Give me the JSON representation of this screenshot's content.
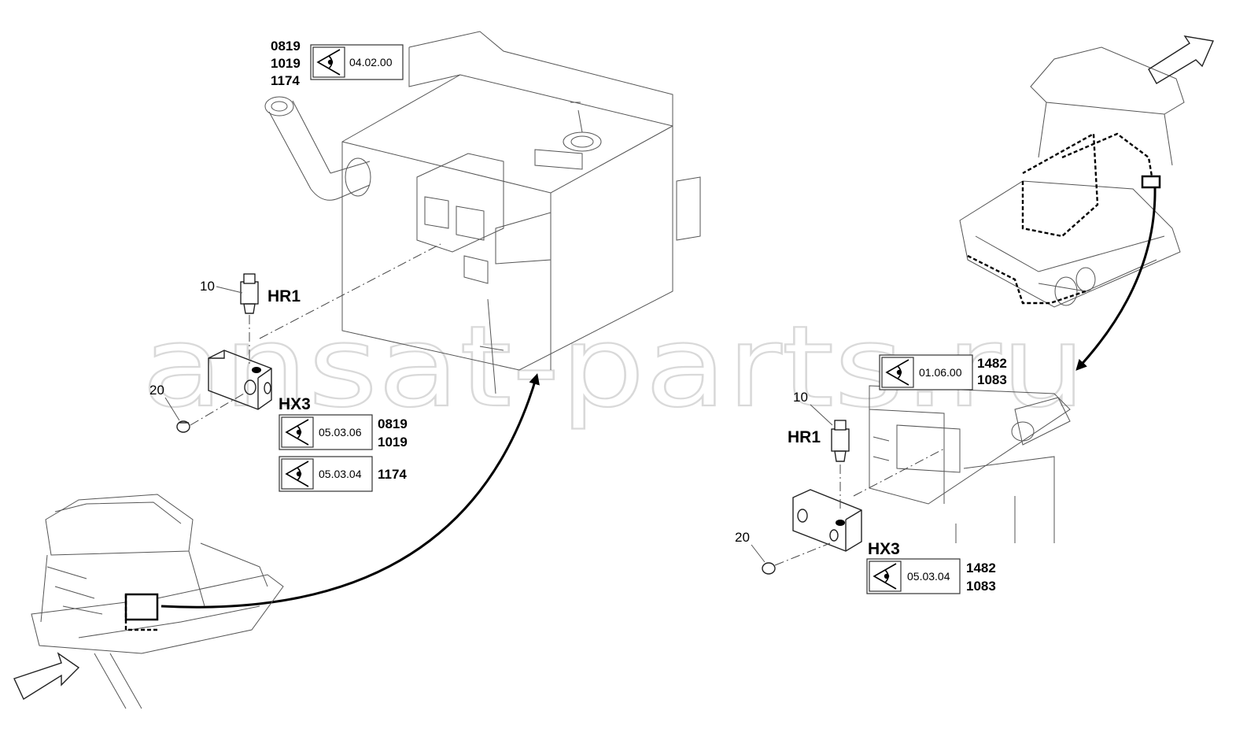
{
  "watermark": "ansat-parts.ru",
  "callouts": {
    "hr1_left": "HR1",
    "hx3_left": "HX3",
    "hr1_right": "HR1",
    "hx3_right": "HX3"
  },
  "position_numbers": {
    "p10_left": "10",
    "p20_left": "20",
    "p10_right": "10",
    "p20_right": "20"
  },
  "reference_boxes": [
    {
      "ref": "04.02.00",
      "serials": [
        "0819",
        "1019",
        "1174"
      ]
    },
    {
      "ref": "05.03.06",
      "serials": [
        "0819",
        "1019"
      ]
    },
    {
      "ref": "05.03.04",
      "serials": [
        "1174"
      ]
    },
    {
      "ref": "01.06.00",
      "serials": [
        "1482",
        "1083"
      ]
    },
    {
      "ref": "05.03.04",
      "serials": [
        "1482",
        "1083"
      ]
    }
  ],
  "icons": {
    "view": "eye-view-icon",
    "direction": "arrow-outline-icon"
  },
  "colors": {
    "line": "#000000",
    "watermark": "#d9d9d9",
    "background": "#ffffff"
  }
}
